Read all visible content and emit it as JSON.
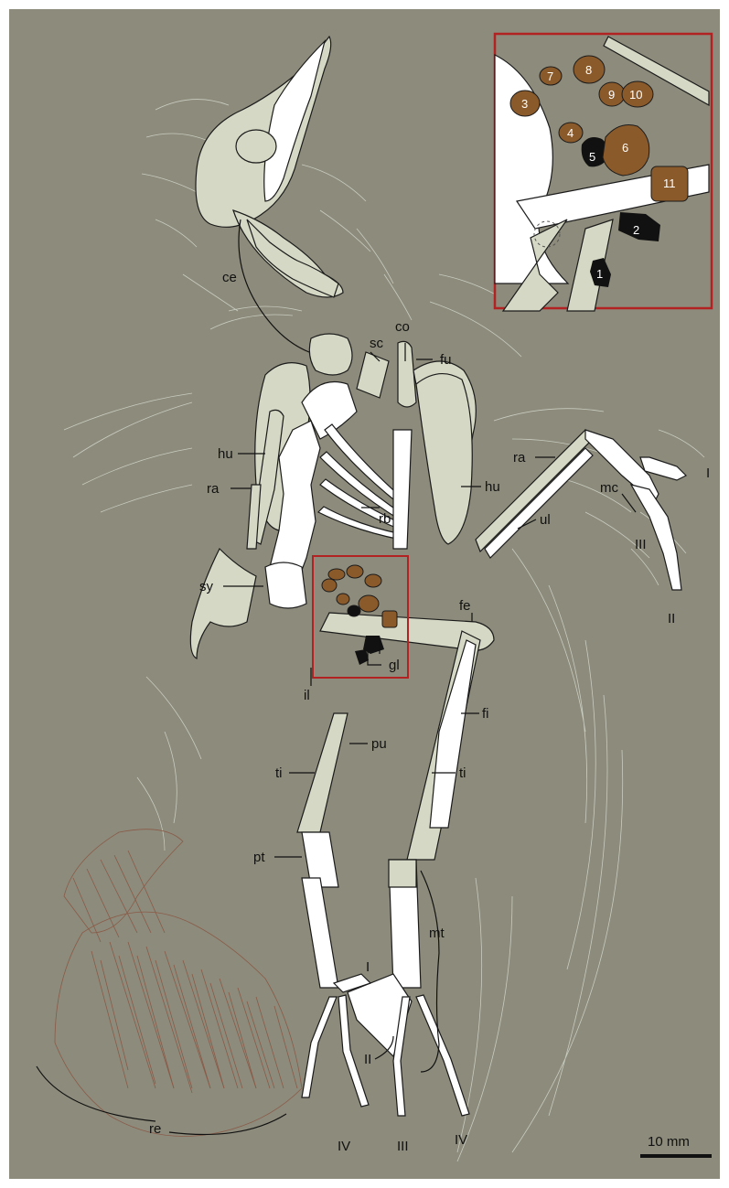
{
  "colors": {
    "matrix": "#8d8b7b",
    "bone_light": "#d4d8c4",
    "bone_white": "#ffffff",
    "gastrolith_brown": "#8b5a2b",
    "gastrolith_black": "#111111",
    "inset_frame": "#b22222",
    "feather": "#c8ccc0",
    "rectrix": "#8a5a48"
  },
  "labels": {
    "ce": "ce",
    "co": "co",
    "sc": "sc",
    "fu": "fu",
    "hu_left": "hu",
    "hu_right": "hu",
    "ra_left": "ra",
    "ra_right": "ra",
    "mc": "mc",
    "digit_I_wing": "I",
    "digit_III_wing": "III",
    "digit_II_wing": "II",
    "ul": "ul",
    "rb": "rb",
    "sy": "sy",
    "fe": "fe",
    "gl": "gl",
    "il": "il",
    "fi": "fi",
    "pu": "pu",
    "ti_left": "ti",
    "ti_right": "ti",
    "pt": "pt",
    "mt": "mt",
    "toe_I": "I",
    "toe_II": "II",
    "toe_IV_left": "IV",
    "toe_III": "III",
    "toe_IV_right": "IV",
    "re": "re"
  },
  "gastroliths": [
    {
      "number": "1",
      "color": "black"
    },
    {
      "number": "2",
      "color": "black"
    },
    {
      "number": "3",
      "color": "brown"
    },
    {
      "number": "4",
      "color": "brown"
    },
    {
      "number": "5",
      "color": "black"
    },
    {
      "number": "6",
      "color": "brown"
    },
    {
      "number": "7",
      "color": "brown"
    },
    {
      "number": "8",
      "color": "brown"
    },
    {
      "number": "9",
      "color": "brown"
    },
    {
      "number": "10",
      "color": "brown"
    },
    {
      "number": "11",
      "color": "brown"
    }
  ],
  "scale_bar": {
    "text": "10 mm"
  }
}
